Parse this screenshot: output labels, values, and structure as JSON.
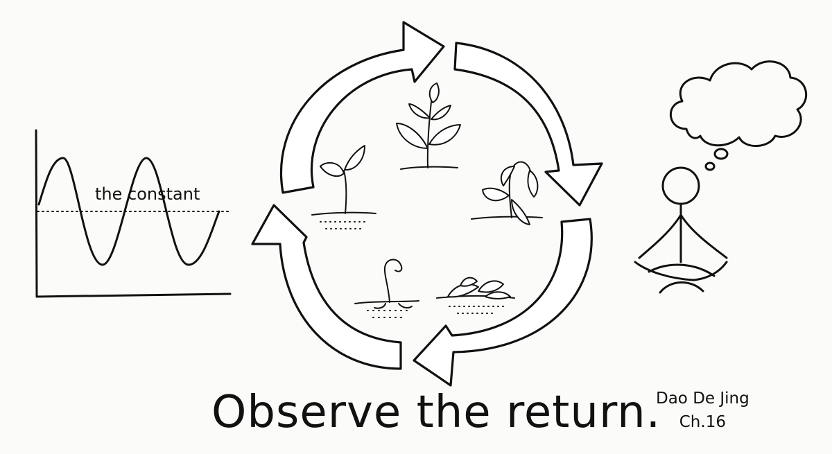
{
  "wave_chart": {
    "constant_label": "the constant"
  },
  "cycle": {
    "stages": [
      "sprouting-seed",
      "seedling",
      "young-plant",
      "wilting-plant",
      "decayed-plant"
    ]
  },
  "title": "Observe the return.",
  "source": {
    "line1": "Dao De Jing",
    "line2": "Ch.16"
  },
  "colors": {
    "ink": "#111111",
    "paper": "#fbfbf9"
  }
}
